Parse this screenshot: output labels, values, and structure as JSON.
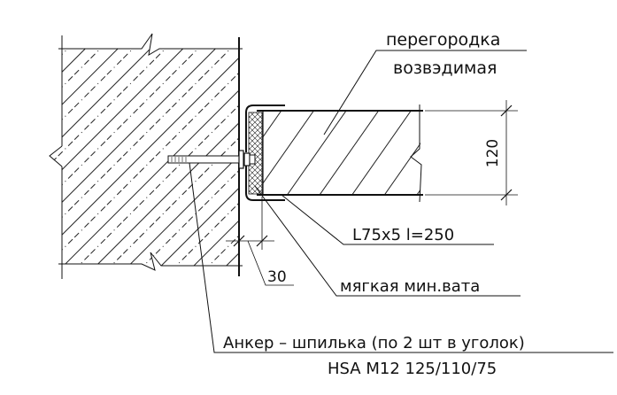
{
  "labels": {
    "partition_line1": "перегородка",
    "partition_line2": "возвэдимая",
    "angle": "L75x5 l=250",
    "wool": "мягкая мин.вата",
    "anchor": "Анкер – шпилька (по 2 шт в уголок)",
    "anchor_spec": "HSA M12 125/110/75"
  },
  "dimensions": {
    "height": "120",
    "gap": "30"
  },
  "colors": {
    "ink": "#111111",
    "background": "#ffffff"
  }
}
